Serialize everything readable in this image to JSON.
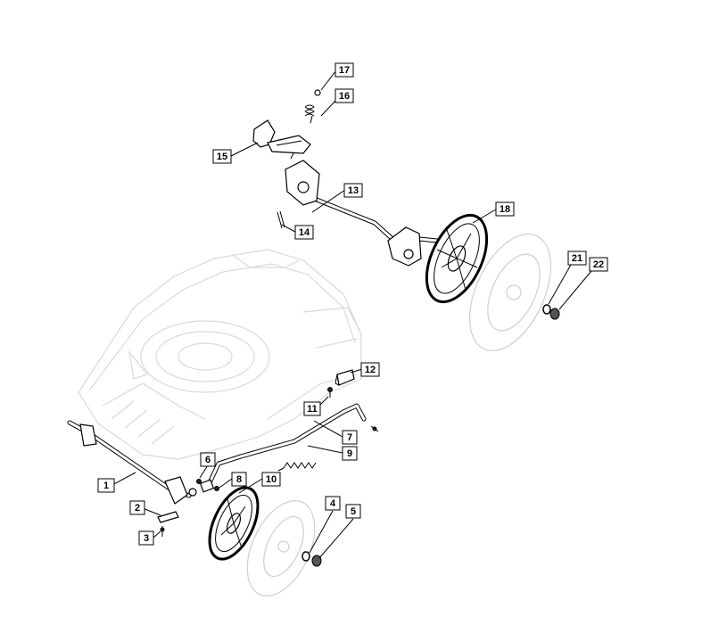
{
  "diagram": {
    "callouts": [
      {
        "number": "1"
      },
      {
        "number": "2"
      },
      {
        "number": "3"
      },
      {
        "number": "4"
      },
      {
        "number": "5"
      },
      {
        "number": "6"
      },
      {
        "number": "7"
      },
      {
        "number": "8"
      },
      {
        "number": "9"
      },
      {
        "number": "10"
      },
      {
        "number": "11"
      },
      {
        "number": "12"
      },
      {
        "number": "13"
      },
      {
        "number": "14"
      },
      {
        "number": "15"
      },
      {
        "number": "16"
      },
      {
        "number": "17"
      },
      {
        "number": "18"
      },
      {
        "number": "21"
      },
      {
        "number": "22"
      }
    ]
  }
}
